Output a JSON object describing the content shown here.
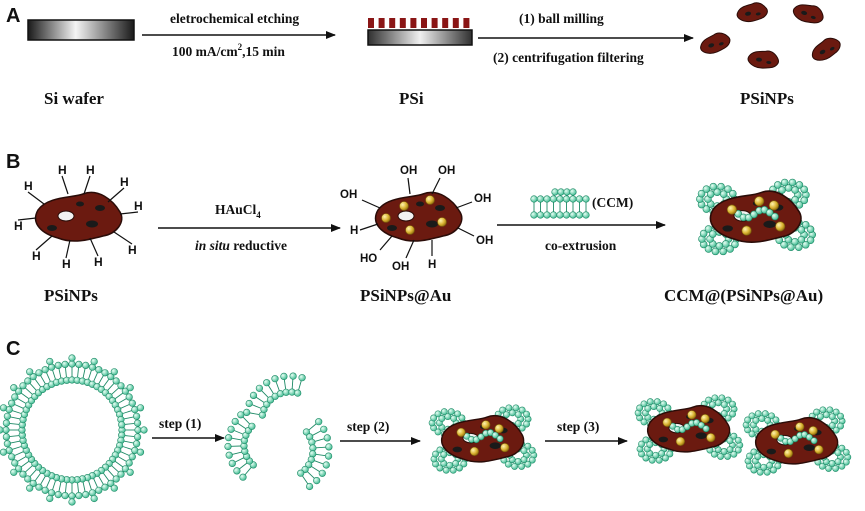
{
  "panels": {
    "a": "A",
    "b": "B",
    "c": "C"
  },
  "row_a": {
    "si_wafer": "Si wafer",
    "psi": "PSi",
    "psinps": "PSiNPs",
    "step1_line1_pre": "eletrochemical etching",
    "step1_line2_pre": "100 mA/cm",
    "step1_line2_sup": "2",
    "step1_line2_post": ",15 min",
    "step2_line1": "(1) ball milling",
    "step2_line2": "(2) centrifugation filtering"
  },
  "row_b": {
    "psinps": "PSiNPs",
    "psinps_au": "PSiNPs@Au",
    "ccm_product": "CCM@(PSiNPs@Au)",
    "reagent_pre": "HAuCl",
    "reagent_sub": "4",
    "reduct_italic": "in situ",
    "reduct_rest": " reductive",
    "ccm_label": "(CCM)",
    "coextrusion": "co-extrusion",
    "h": "H",
    "oh": "OH",
    "ho": "HO"
  },
  "row_c": {
    "step1": "step (1)",
    "step2": "step (2)",
    "step3": "step (3)"
  },
  "colors": {
    "particle": "#6b1a10",
    "particle_dark": "#2a0c08",
    "membrane": "#2fb38a",
    "membrane_fill": "#bff0dc",
    "gold": "#d9b230",
    "psi_stripe": "#8a1616"
  }
}
